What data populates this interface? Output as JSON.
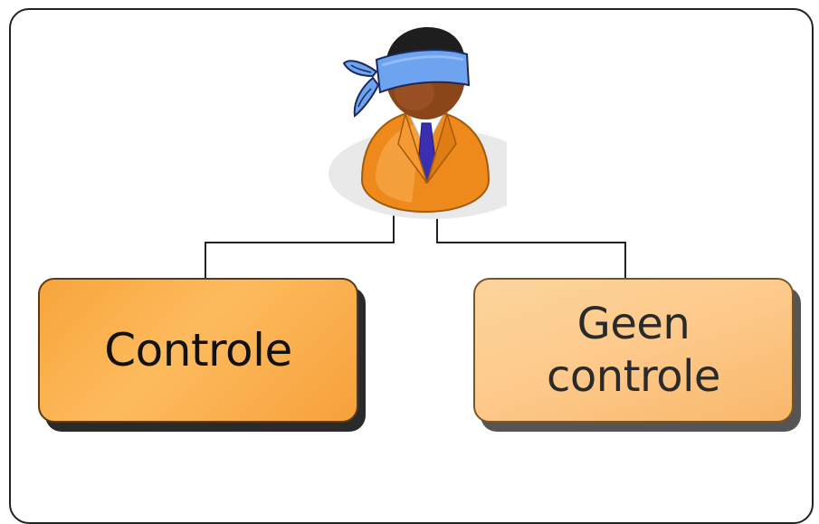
{
  "diagram": {
    "root": {
      "icon": "blindfolded-businessman-icon"
    },
    "children": [
      {
        "label": "Controle"
      },
      {
        "label_line1": "Geen",
        "label_line2": "controle"
      }
    ],
    "colors": {
      "frame_border": "#222222",
      "connector": "#222222",
      "controle_fill": "#f9ad47",
      "geen_controle_fill": "#fdcb8c",
      "blindfold": "#6ea3ef",
      "suit": "#f08a1c",
      "tie": "#3a2fb0"
    }
  }
}
